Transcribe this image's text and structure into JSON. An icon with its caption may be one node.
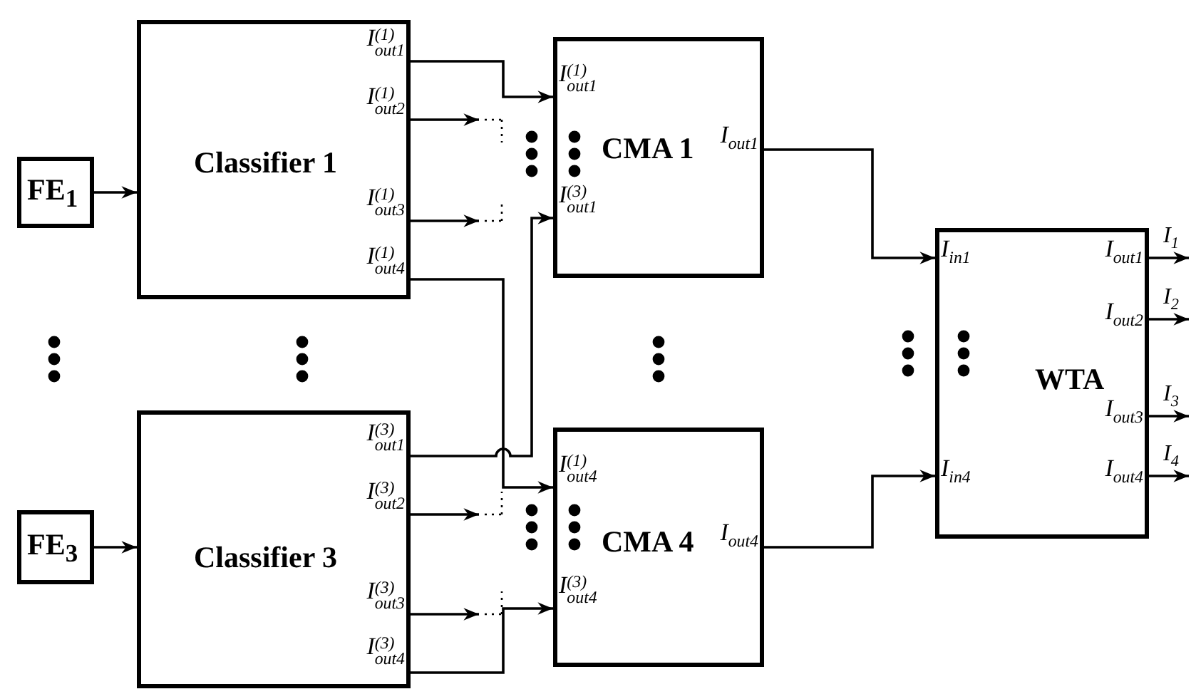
{
  "diagram": {
    "nodes": [
      {
        "text": [
          "FE$_{1}$"
        ]
      },
      {
        "text": [
          "Classifier 1",
          "I$^{(1)}$$_{out1}$",
          "I$^{(1)}$$_{out2}$",
          "I$^{(1)}$$_{out3}$",
          "I$^{(1)}$$_{out4}$"
        ]
      },
      {
        "text": [
          "CMA 1",
          "I$^{(1)}$$_{out1}$",
          "I$^{(3)}$$_{out1}$",
          "I$_{out1}$"
        ]
      },
      {
        "text": [
          "WTA",
          "I$_{in1}$",
          "I$_{in4}$",
          "I$_{out1}$",
          "I$_{out2}$",
          "I$_{out3}$",
          "I$_{out4}$"
        ]
      },
      {
        "text": [
          "FE$_{3}$"
        ]
      },
      {
        "text": [
          "Classifier 3",
          "I$^{(3)}$$_{out1}$",
          "I$^{(3)}$$_{out2}$",
          "I$^{(3)}$$_{out3}$",
          "I$^{(3)}$$_{out4}$"
        ]
      },
      {
        "text": [
          "CMA 4",
          "I$^{(1)}$$_{out4}$",
          "I$^{(3)}$$_{out4}$",
          "I$_{out4}$"
        ]
      }
    ],
    "edges": [
      {
        "from": 0,
        "to": 1,
        "arrow": "to"
      },
      {
        "from": 1,
        "to": 2,
        "arrow": "to"
      },
      {
        "from": 1,
        "to": null,
        "arrow": "to"
      },
      {
        "from": 1,
        "to": null,
        "arrow": "to"
      },
      {
        "from": 1,
        "to": 6,
        "arrow": "to"
      },
      {
        "from": 4,
        "to": 5,
        "arrow": "to"
      },
      {
        "from": 5,
        "to": 2,
        "arrow": "to"
      },
      {
        "from": 5,
        "to": null,
        "arrow": "to"
      },
      {
        "from": 5,
        "to": null,
        "arrow": "to"
      },
      {
        "from": 5,
        "to": 6,
        "arrow": "to"
      },
      {
        "from": 2,
        "to": 3,
        "arrow": "to"
      },
      {
        "from": 6,
        "to": 3,
        "arrow": "to"
      },
      {
        "from": 3,
        "to": null,
        "arrow": "to",
        "label": "I$_{1}$"
      },
      {
        "from": 3,
        "to": null,
        "arrow": "to",
        "label": "I$_{2}$"
      },
      {
        "from": 3,
        "to": null,
        "arrow": "to",
        "label": "I$_{3}$"
      },
      {
        "from": 3,
        "to": null,
        "arrow": "to",
        "label": "I$_{4}$"
      }
    ]
  }
}
